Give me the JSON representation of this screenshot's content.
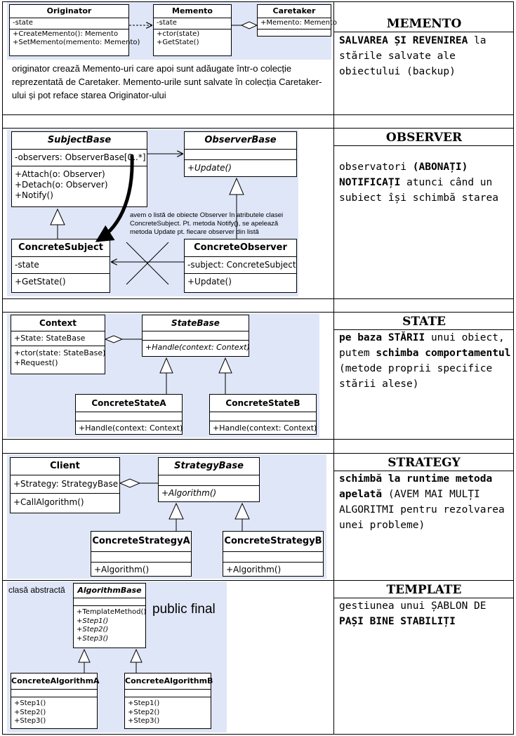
{
  "memento": {
    "title": "MEMENTO",
    "desc_parts": [
      {
        "t": "SALVAREA ȘI REVENIREA",
        "b": true
      },
      {
        "t": " la stările salvate ale obiectului (backup)",
        "b": false
      }
    ],
    "originator": {
      "name": "Originator",
      "attrs": [
        "-state"
      ],
      "ops": [
        "+CreateMemento(): Memento",
        "+SetMemento(memento: Memento)"
      ]
    },
    "memento_cls": {
      "name": "Memento",
      "attrs": [
        "-state"
      ],
      "ops": [
        "+ctor(state)",
        "+GetState()"
      ]
    },
    "caretaker": {
      "name": "Caretaker",
      "attrs": [
        "+Memento: Memento"
      ]
    },
    "note": "originator crează Memento-uri care apoi sunt adăugate într-o colecție reprezentată de Caretaker. Memento-urile sunt salvate în colecția Caretaker-ului și pot reface starea Originator-ului"
  },
  "observer": {
    "title": "OBSERVER",
    "desc_parts": [
      {
        "t": "observatori ",
        "b": false
      },
      {
        "t": "(ABONAȚI) NOTIFICAȚI",
        "b": true
      },
      {
        "t": " atunci când un subiect își schimbă starea",
        "b": false
      }
    ],
    "subject_base": {
      "name": "SubjectBase",
      "attrs": [
        "-observers: ObserverBase[0..*]"
      ],
      "ops": [
        "+Attach(o: Observer)",
        "+Detach(o: Observer)",
        "+Notify()"
      ]
    },
    "observer_base": {
      "name": "ObserverBase",
      "ops": [
        "+Update()"
      ]
    },
    "concrete_subject": {
      "name": "ConcreteSubject",
      "attrs": [
        "-state"
      ],
      "ops": [
        "+GetState()"
      ]
    },
    "concrete_observer": {
      "name": "ConcreteObserver",
      "attrs": [
        "-subject: ConcreteSubject"
      ],
      "ops": [
        "+Update()"
      ]
    },
    "note": "avem o listă de obiecte Observer în atributele clasei ConcreteSubject. Pt. metoda Notify(), se apelează metoda Update pt. fiecare observer din listă"
  },
  "state": {
    "title": "STATE",
    "desc_parts": [
      {
        "t": "pe baza STĂRII",
        "b": true
      },
      {
        "t": " unui obiect, putem ",
        "b": false
      },
      {
        "t": "schimba comportamentul",
        "b": true
      },
      {
        "t": " (metode proprii specifice stării alese)",
        "b": false
      }
    ],
    "context": {
      "name": "Context",
      "attrs": [
        "+State: StateBase"
      ],
      "ops": [
        "+ctor(state: StateBase)",
        "+Request()"
      ]
    },
    "state_base": {
      "name": "StateBase",
      "ops": [
        "+Handle(context: Context)"
      ]
    },
    "concrete_a": {
      "name": "ConcreteStateA",
      "ops": [
        "+Handle(context: Context)"
      ]
    },
    "concrete_b": {
      "name": "ConcreteStateB",
      "ops": [
        "+Handle(context: Context)"
      ]
    }
  },
  "strategy": {
    "title": "STRATEGY",
    "desc_parts": [
      {
        "t": "schimbă la runtime metoda apelată",
        "b": true
      },
      {
        "t": " (AVEM MAI MULȚI ALGORITMI pentru rezolvarea unei probleme)",
        "b": false
      }
    ],
    "client": {
      "name": "Client",
      "attrs": [
        "+Strategy: StrategyBase"
      ],
      "ops": [
        "+CallAlgorithm()"
      ]
    },
    "strategy_base": {
      "name": "StrategyBase",
      "ops": [
        "+Algorithm()"
      ]
    },
    "concrete_a": {
      "name": "ConcreteStrategyA",
      "ops": [
        "+Algorithm()"
      ]
    },
    "concrete_b": {
      "name": "ConcreteStrategyB",
      "ops": [
        "+Algorithm()"
      ]
    }
  },
  "template": {
    "title": "TEMPLATE",
    "desc_parts": [
      {
        "t": "gestiunea unui ȘABLON DE ",
        "b": false
      },
      {
        "t": "PAȘI BINE STABILIȚI",
        "b": true
      }
    ],
    "abstract_label": "clasă abstractă",
    "public_final": "public final",
    "algorithm_base": {
      "name": "AlgorithmBase",
      "ops": [
        "+TemplateMethod()",
        "+Step1()",
        "+Step2()",
        "+Step3()"
      ]
    },
    "concrete_a": {
      "name": "ConcreteAlgorithmA",
      "ops": [
        "+Step1()",
        "+Step2()",
        "+Step3()"
      ]
    },
    "concrete_b": {
      "name": "ConcreteAlgorithmB",
      "ops": [
        "+Step1()",
        "+Step2()",
        "+Step3()"
      ]
    }
  },
  "colors": {
    "diagram_bg": "#dfe6f7",
    "border": "#000000"
  }
}
